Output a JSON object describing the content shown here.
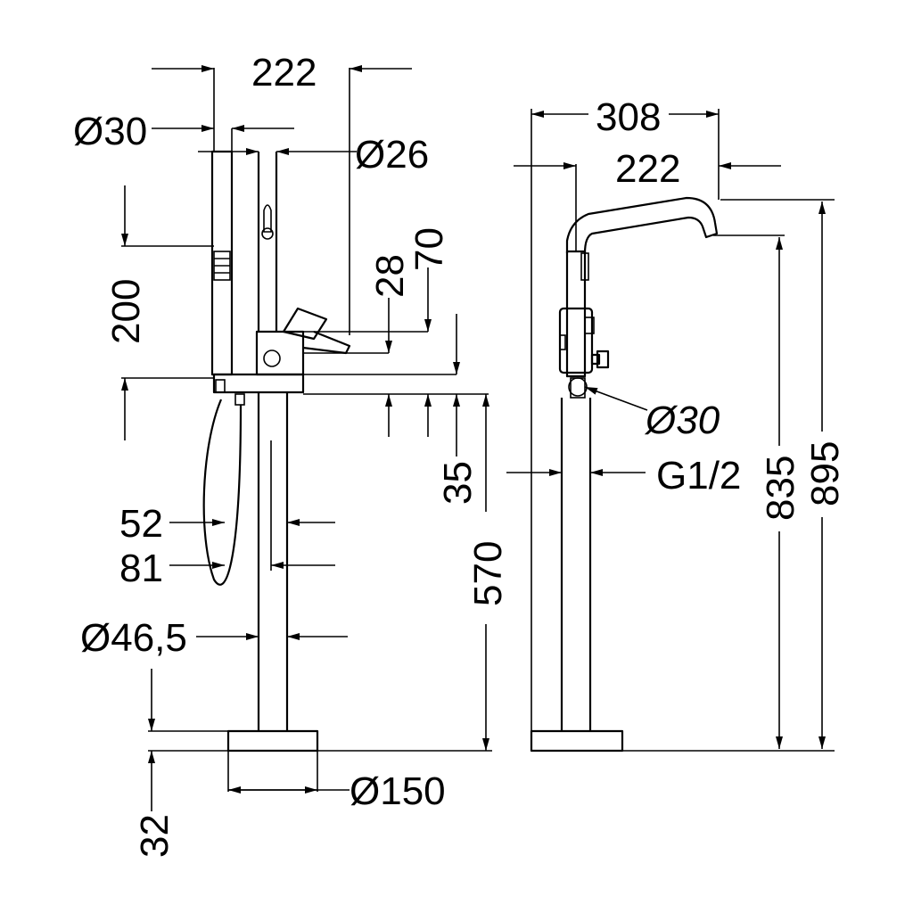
{
  "front_view": {
    "width_222": "222",
    "handshower_diameter": "Ø30",
    "spout_diameter": "Ø26",
    "hand_shower_height": "200",
    "handle_28": "28",
    "handle_70": "70",
    "base_offset_35": "35",
    "column_height": "570",
    "hose_52": "52",
    "hose_81": "81",
    "column_diameter": "Ø46,5",
    "base_diameter": "Ø150",
    "base_height": "32"
  },
  "side_view": {
    "overall_depth": "308",
    "spout_reach": "222",
    "connector_diameter": "Ø30",
    "thread": "G1/2",
    "spout_height": "835",
    "overall_height": "895"
  }
}
